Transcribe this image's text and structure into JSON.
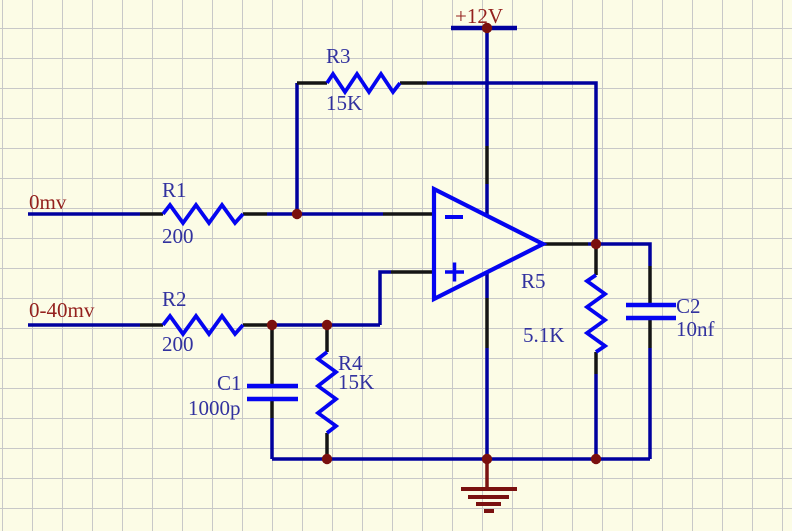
{
  "schematic": {
    "power": {
      "label": "+12V"
    },
    "nets": [
      {
        "label": "0mv"
      },
      {
        "label": "0-40mv"
      }
    ],
    "components": [
      {
        "ref": "R1",
        "value": "200",
        "kind": "resistor"
      },
      {
        "ref": "R2",
        "value": "200",
        "kind": "resistor"
      },
      {
        "ref": "R3",
        "value": "15K",
        "kind": "resistor"
      },
      {
        "ref": "R4",
        "value": "15K",
        "kind": "resistor"
      },
      {
        "ref": "R5",
        "value": "5.1K",
        "kind": "resistor"
      },
      {
        "ref": "C1",
        "value": "1000p",
        "kind": "capacitor"
      },
      {
        "ref": "C2",
        "value": "10nf",
        "kind": "capacitor"
      }
    ],
    "opamp": {
      "inverting_mark": "-",
      "noninverting_mark": "+"
    },
    "colors": {
      "background": "#fcfce6",
      "grid": "#c8c8c8",
      "wire": "#00009e",
      "component": "#0505f0",
      "pin": "#141414",
      "junction_dot": "#7a100e",
      "net_label": "#94211e",
      "designator_text": "#32329f"
    }
  }
}
